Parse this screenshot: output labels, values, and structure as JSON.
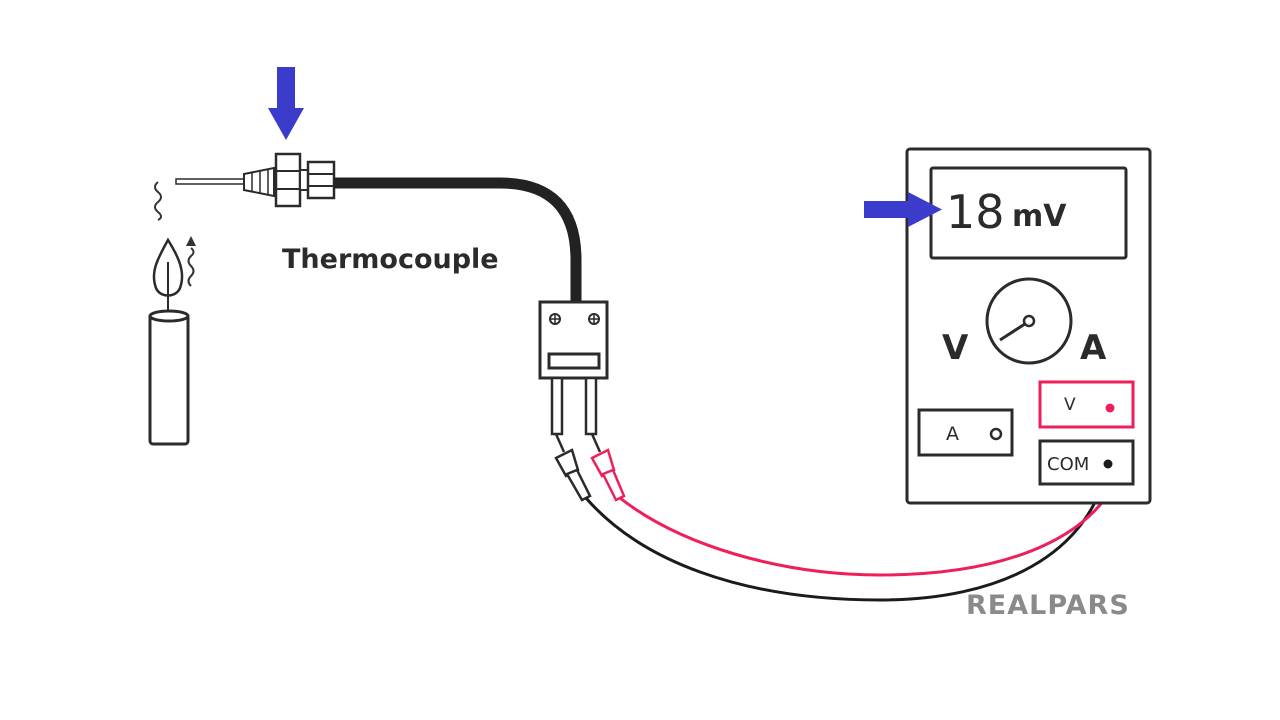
{
  "thermocouple_label": "Thermocouple",
  "meter": {
    "reading": "18",
    "unit": "mV",
    "left_dial_label": "V",
    "right_dial_label": "A",
    "jack_a_label": "A",
    "jack_v_label": "V",
    "jack_com_label": "COM"
  },
  "logo": "REALPARS",
  "colors": {
    "arrow": "#3b3bcc",
    "positive_lead": "#ee1f5a",
    "negative_lead": "#1b1b1b",
    "outline": "#2b2b2b",
    "logo": "#8a8a8a"
  },
  "icons": [
    "down-arrow-icon",
    "right-arrow-icon",
    "candle-icon",
    "flame-icon",
    "heat-wave-icon",
    "dial-icon"
  ]
}
